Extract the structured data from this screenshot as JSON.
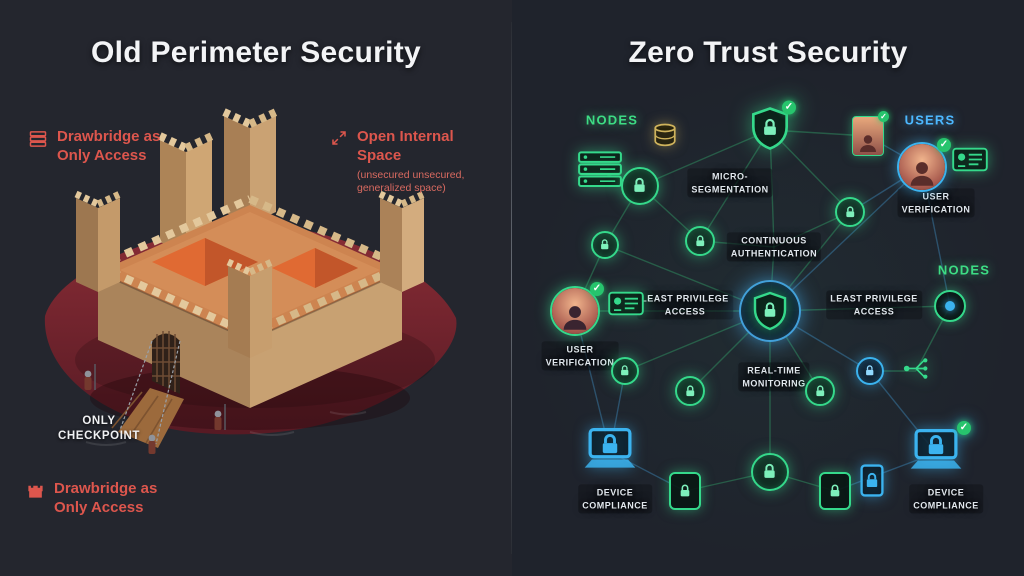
{
  "left": {
    "title": "Old Perimeter Security",
    "annotation_top_left": {
      "label": "Drawbridge as\nOnly Access"
    },
    "annotation_top_right": {
      "label": "Open Internal Space",
      "sublabel": "(unsecured unsecured,\ngeneralized space)"
    },
    "checkpoint": "ONLY\nCHECKPOINT",
    "annotation_bottom": {
      "label": "Drawbridge as\nOnly Access"
    }
  },
  "right": {
    "title": "Zero Trust Security",
    "labels": {
      "nodes_top": "NODES",
      "users": "USERS",
      "nodes_right": "NODES",
      "micro_segmentation": "MICRO-\nSEGMENTATION",
      "continuous_authentication": "CONTINUOUS\nAUTHENTICATION",
      "least_privilege_left": "LEAST PRIVILEGE\nACCESS",
      "least_privilege_right": "LEAST PRIVILEGE\nACCESS",
      "real_time_monitoring": "REAL-TIME\nMONITORING",
      "user_verification_left": "USER\nVERIFICATION",
      "user_verification_right": "USER\nVERIFICATION",
      "device_compliance_left": "DEVICE\nCOMPLIANCE",
      "device_compliance_right": "DEVICE\nCOMPLIANCE"
    }
  },
  "colors": {
    "red_accent": "#dd564d",
    "green_accent": "#3ddc84",
    "blue_accent": "#4db8ff",
    "background": "#22252d"
  }
}
